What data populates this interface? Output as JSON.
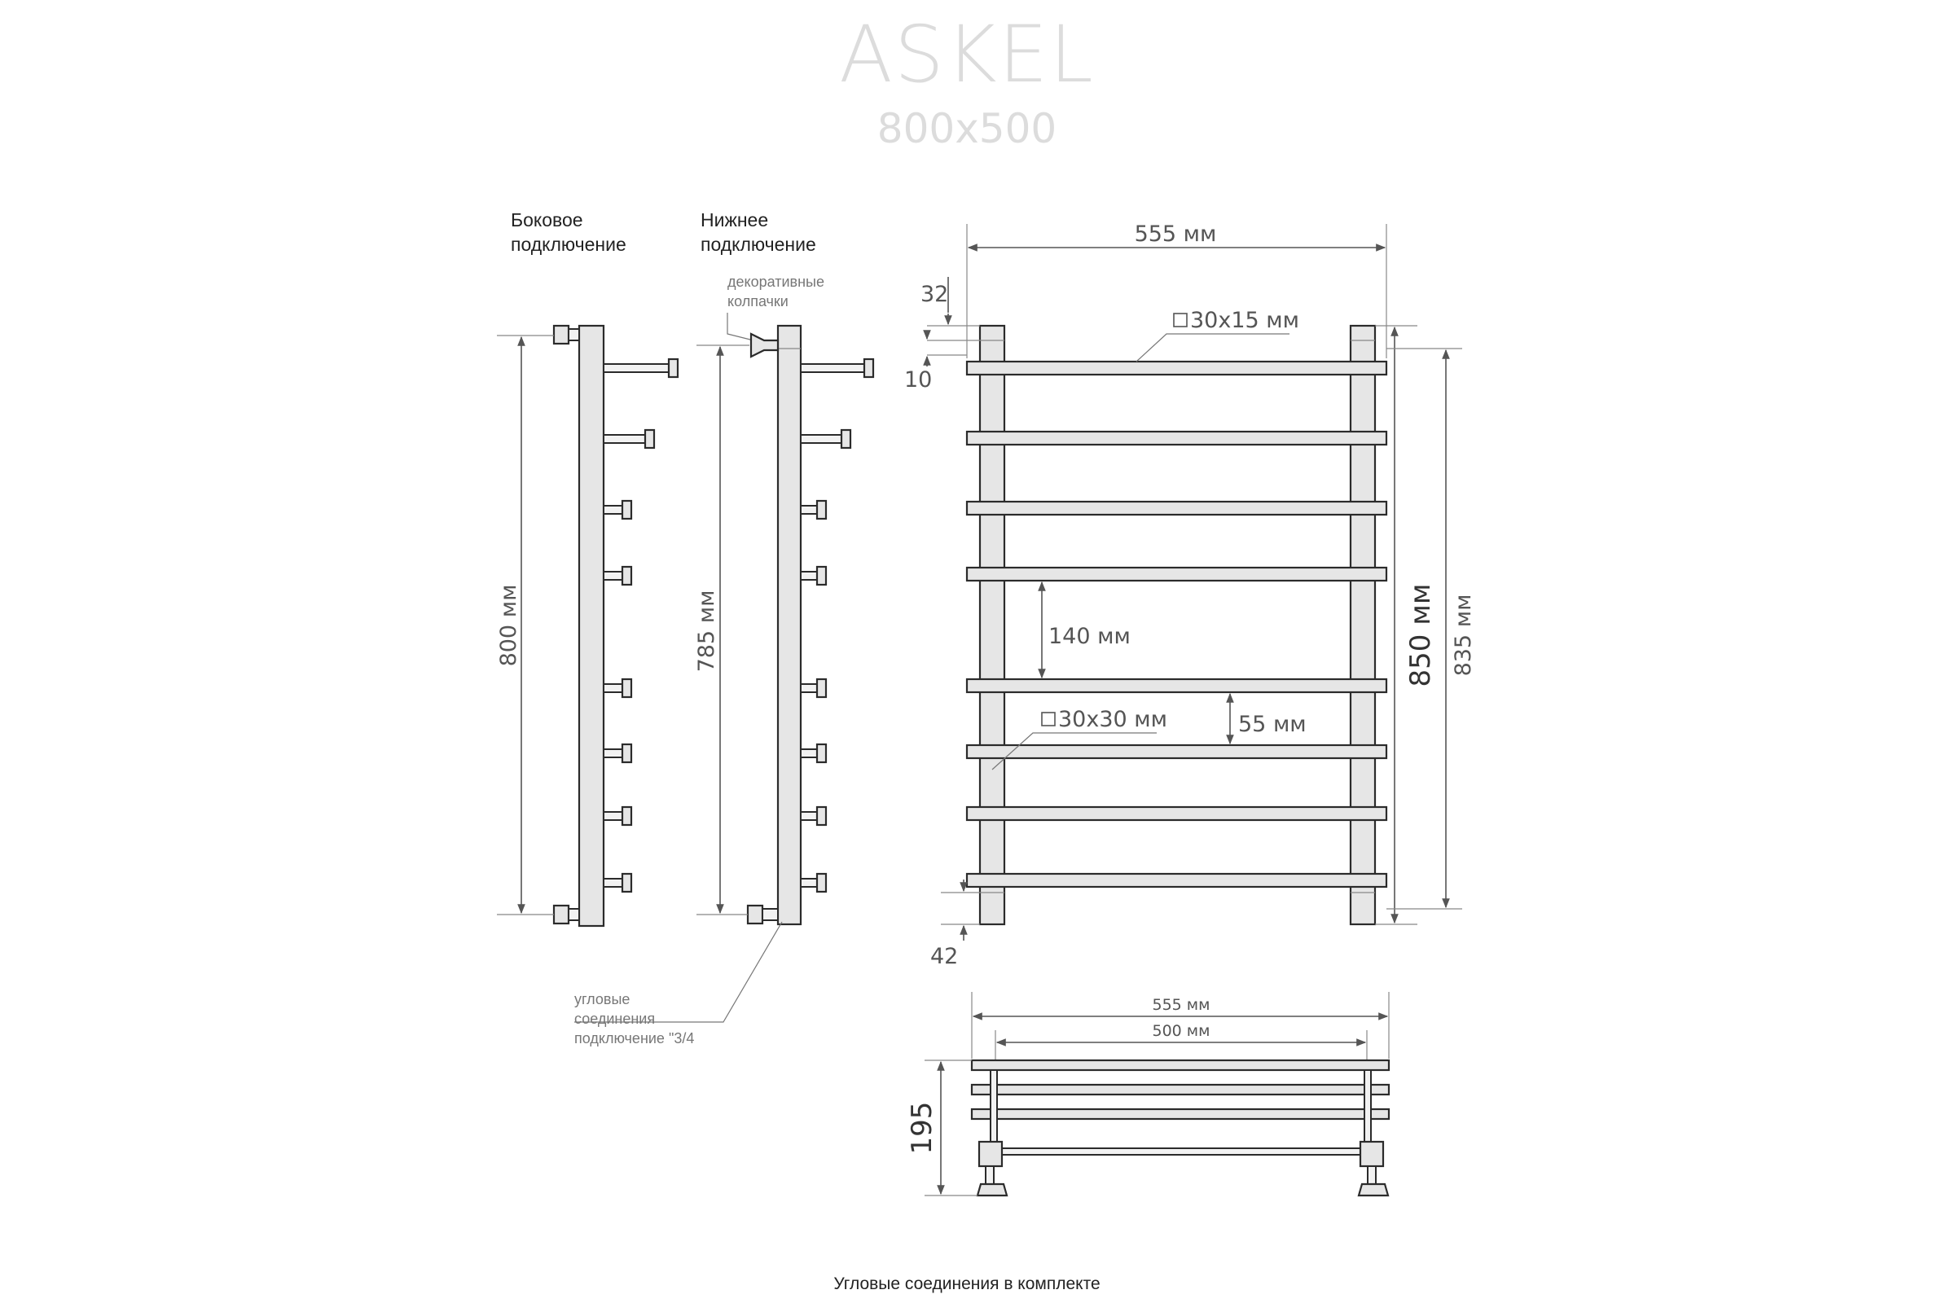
{
  "title": "ASKEL",
  "subtitle": "800x500",
  "side_view": {
    "heading_line1": "Боковое",
    "heading_line2": "подключение",
    "height_label": "800 мм"
  },
  "bottom_view": {
    "heading_line1": "Нижнее",
    "heading_line2": "подключение",
    "caps_line1": "декоративные",
    "caps_line2": "колпачки",
    "height_label": "785 мм",
    "corner_line1": "угловые",
    "corner_line2": "соединения",
    "corner_line3": "подключение \"3/4"
  },
  "front_view": {
    "width_label": "555 мм",
    "top_offset_label": "32",
    "top_gap_label": "10",
    "bottom_gap_label": "42",
    "bar_profile_label": "30x15 мм",
    "post_profile_label": "30x30 мм",
    "spacing_large_label": "140 мм",
    "spacing_small_label": "55 мм",
    "overall_height_label": "850 мм",
    "center_height_label": "835 мм"
  },
  "top_view": {
    "outer_width_label": "555 мм",
    "inner_width_label": "500 мм",
    "depth_label": "195"
  },
  "footer": "Угловые соединения в комплекте"
}
